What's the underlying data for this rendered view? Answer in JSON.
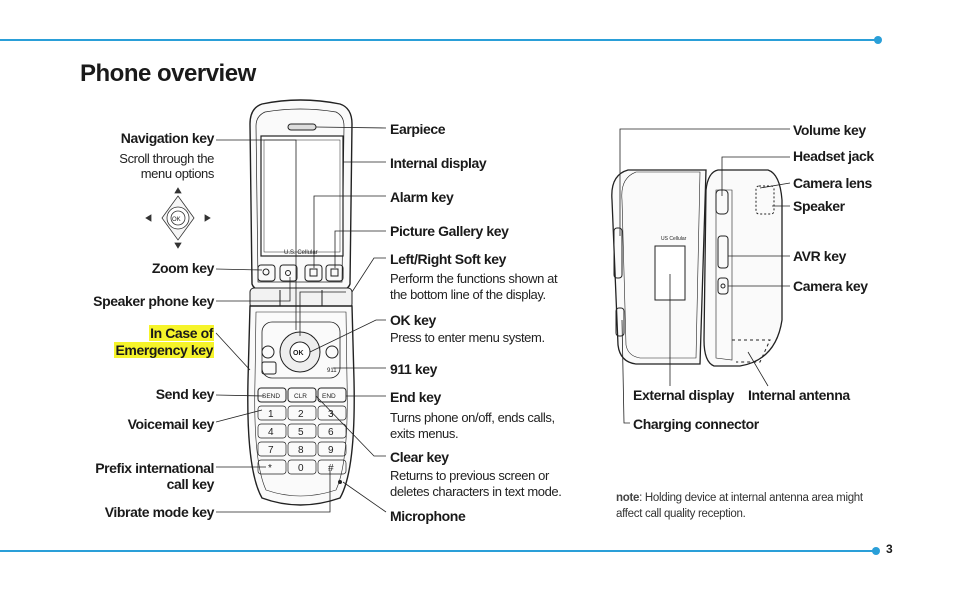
{
  "page": {
    "title": "Phone overview",
    "page_number": "3"
  },
  "left_labels": {
    "navigation_key": "Navigation key",
    "navigation_desc_1": "Scroll through the",
    "navigation_desc_2": "menu options",
    "zoom_key": "Zoom key",
    "speaker_phone_key": "Speaker phone key",
    "emergency_key_1": "In Case of",
    "emergency_key_2": "Emergency key",
    "send_key": "Send key",
    "voicemail_key": "Voicemail key",
    "prefix_key_1": "Prefix international",
    "prefix_key_2": "call key",
    "vibrate_key": "Vibrate mode key"
  },
  "middle_labels": {
    "earpiece": "Earpiece",
    "internal_display": "Internal display",
    "alarm_key": "Alarm key",
    "picture_gallery_key": "Picture Gallery key",
    "soft_key": "Left/Right Soft key",
    "soft_key_desc_1": "Perform the functions shown at",
    "soft_key_desc_2": "the bottom line of the display.",
    "ok_key": "OK key",
    "ok_key_desc": "Press to enter menu system.",
    "key_911": "911 key",
    "end_key": "End key",
    "end_key_desc_1": "Turns phone on/off, ends calls,",
    "end_key_desc_2": "exits menus.",
    "clear_key": "Clear key",
    "clear_key_desc_1": "Returns to previous screen or",
    "clear_key_desc_2": "deletes characters in text mode.",
    "microphone": "Microphone"
  },
  "right_labels": {
    "volume_key": "Volume key",
    "headset_jack": "Headset jack",
    "camera_lens": "Camera lens",
    "speaker": "Speaker",
    "avr_key": "AVR key",
    "camera_key": "Camera key",
    "external_display": "External display",
    "internal_antenna": "Internal antenna",
    "charging_connector": "Charging connector"
  },
  "note": {
    "prefix": "note",
    "text": ": Holding device at internal antenna area might affect call quality reception."
  },
  "phone": {
    "brand": "U.S. Cellular",
    "ok": "OK",
    "send": "SEND",
    "clr": "CLR",
    "end": "END",
    "key_911_label": "911",
    "keys": [
      "1",
      "2",
      "3",
      "4",
      "5",
      "6",
      "7",
      "8",
      "9",
      "*",
      "0",
      "#"
    ]
  },
  "colors": {
    "accent_rule": "#2a9fd8",
    "highlight": "#f6f42a"
  }
}
